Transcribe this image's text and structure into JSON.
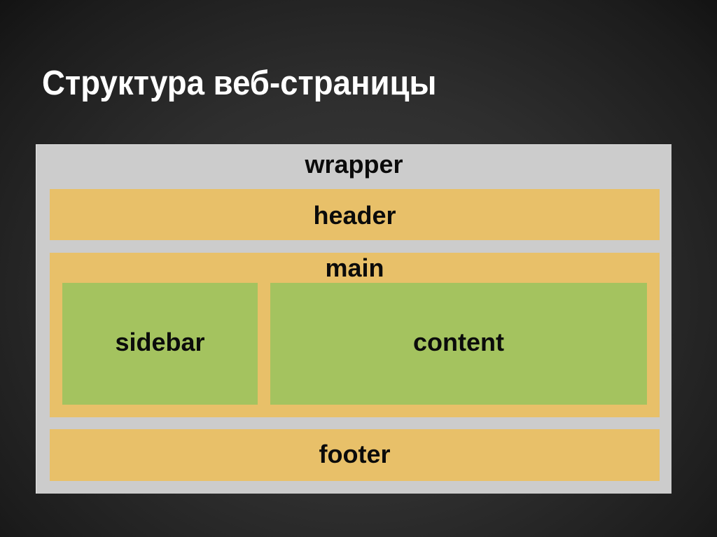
{
  "slide": {
    "title": "Структура веб-страницы"
  },
  "diagram": {
    "wrapper": {
      "label": "wrapper",
      "color": "#cccccc"
    },
    "header": {
      "label": "header",
      "color": "#e8c069"
    },
    "main": {
      "label": "main",
      "color": "#e8c069"
    },
    "sidebar": {
      "label": "sidebar",
      "color": "#a4c35f"
    },
    "content": {
      "label": "content",
      "color": "#a4c35f"
    },
    "footer": {
      "label": "footer",
      "color": "#e8c069"
    }
  },
  "colors": {
    "background": "#2e2e2e",
    "title_text": "#ffffff",
    "label_text": "#0b0b0b"
  }
}
